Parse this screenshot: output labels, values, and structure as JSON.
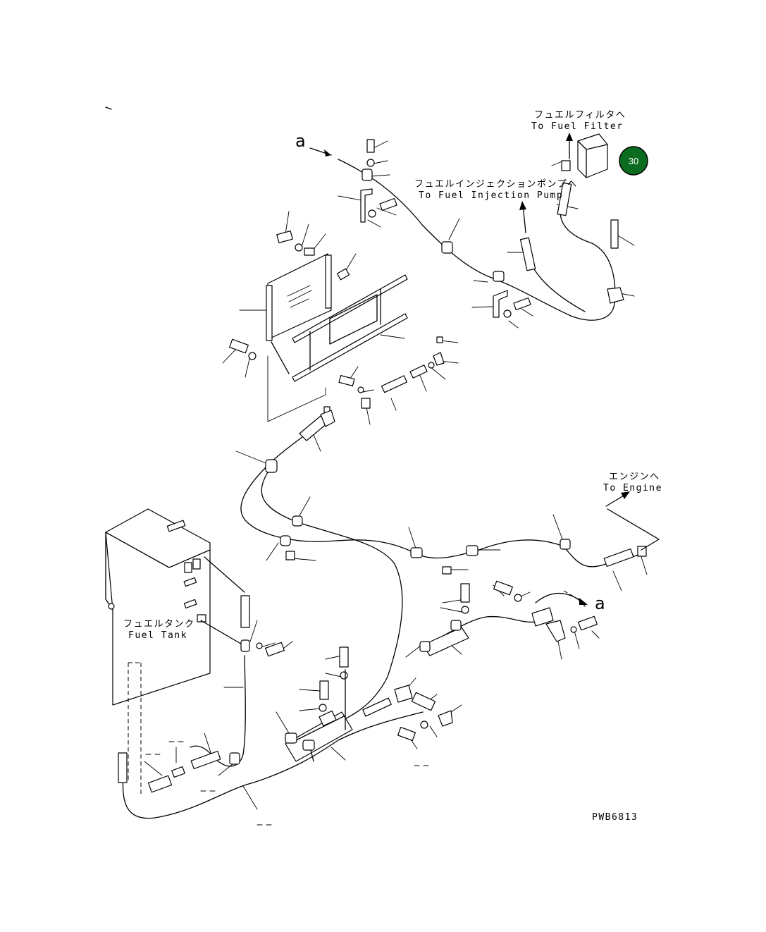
{
  "labels": {
    "fuel_filter_jp": "フュエルフィルタへ",
    "fuel_filter_en": "To Fuel Filter",
    "injection_pump_jp": "フュエルインジェクションポンプへ",
    "injection_pump_en": "To Fuel Injection Pump",
    "engine_jp": "エンジンへ",
    "engine_en": "To Engine",
    "fuel_tank_jp": "フュエルタンク",
    "fuel_tank_en": "Fuel Tank",
    "ref_a_top": "a",
    "ref_a_right": "a",
    "drawing_code": "PWB6813"
  },
  "badge": {
    "number": "30",
    "color": "#0b6b1f"
  },
  "colors": {
    "line": "#000000",
    "background": "#ffffff"
  }
}
